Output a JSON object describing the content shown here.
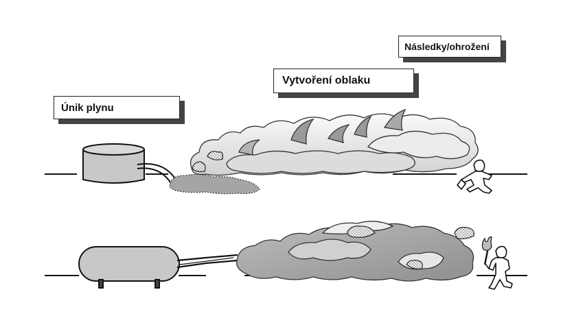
{
  "labels": {
    "leak": "Únik plynu",
    "cloud": "Vytvoření oblaku",
    "consequence": "Následky/ohrožení"
  },
  "colors": {
    "line": "#111111",
    "tank_fill": "#c8c8c8",
    "cloud_light": "#f2f2f2",
    "cloud_mid": "#c6c6c6",
    "cloud_dark": "#9a9a9a",
    "shadow": "#444444"
  },
  "icons": [
    "cylinder-tank-icon",
    "horizontal-tank-icon",
    "running-person-icon",
    "person-with-torch-icon",
    "flame-icon"
  ]
}
